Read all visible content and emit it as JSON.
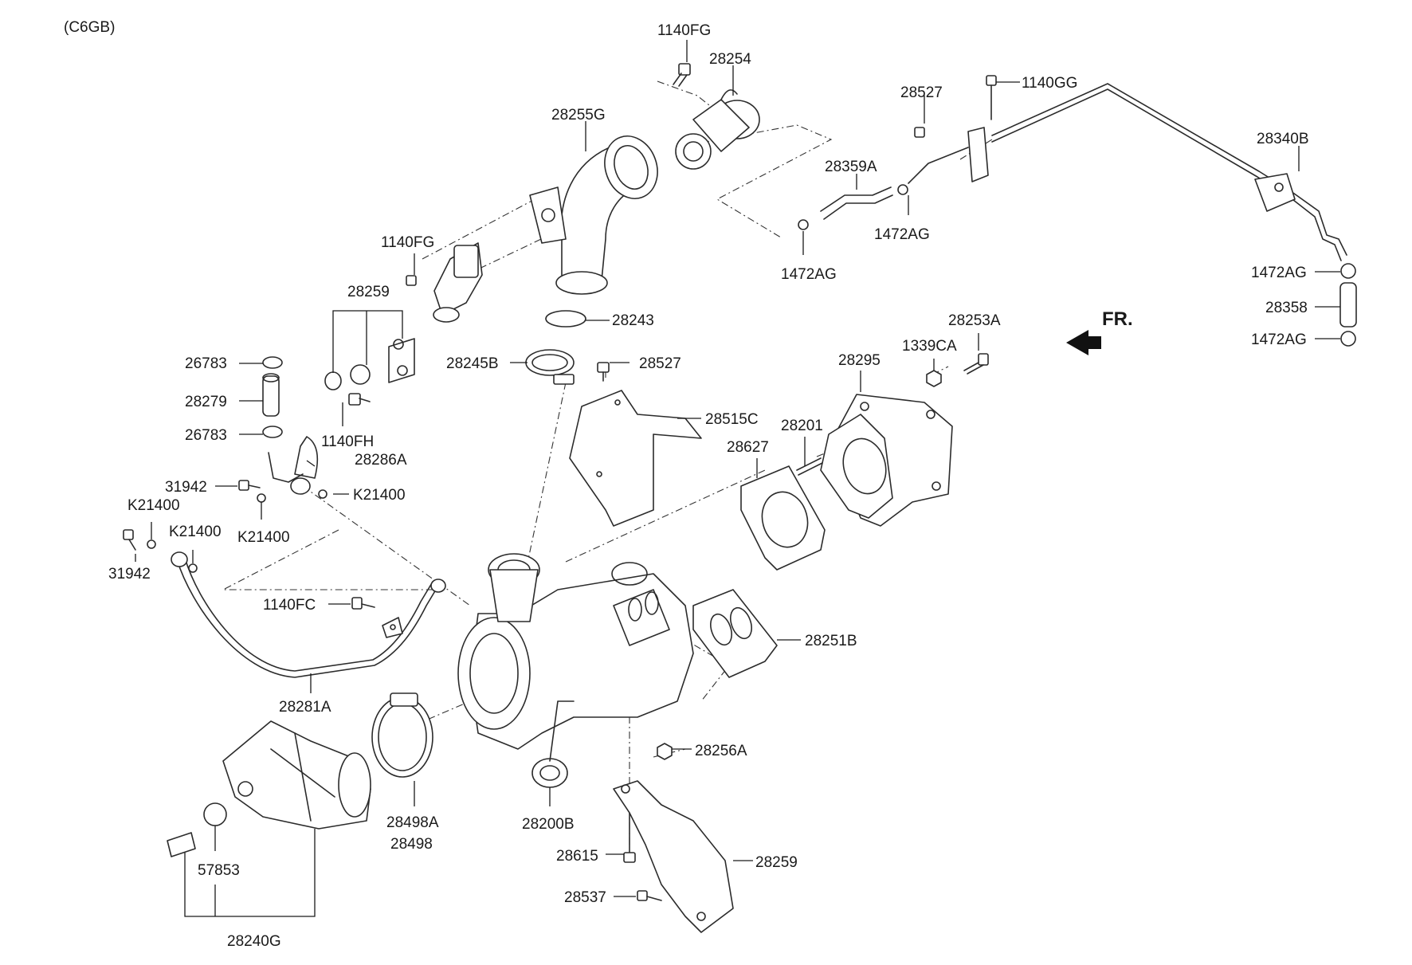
{
  "diagram": {
    "header": "(C6GB)",
    "direction_label": "FR.",
    "labels": {
      "l_1140FG_top": "1140FG",
      "l_28254": "28254",
      "l_1140GG": "1140GG",
      "l_28527_top": "28527",
      "l_28255G": "28255G",
      "l_28340B": "28340B",
      "l_28359A": "28359A",
      "l_1472AG_mid": "1472AG",
      "l_1472AG_left": "1472AG",
      "l_1472AG_r1": "1472AG",
      "l_28358": "28358",
      "l_1472AG_r2": "1472AG",
      "l_1140FG_mid": "1140FG",
      "l_28259_top": "28259",
      "l_28243": "28243",
      "l_28253A": "28253A",
      "l_28245B": "28245B",
      "l_28527_mid": "28527",
      "l_1339CA": "1339CA",
      "l_28295": "28295",
      "l_26783_a": "26783",
      "l_28279": "28279",
      "l_28515C": "28515C",
      "l_26783_b": "26783",
      "l_28201": "28201",
      "l_1140FH": "1140FH",
      "l_28286A": "28286A",
      "l_28627": "28627",
      "l_31942_a": "31942",
      "l_K21400_a": "K21400",
      "l_K21400_b": "K21400",
      "l_K21400_c": "K21400",
      "l_K21400_d": "K21400",
      "l_31942_b": "31942",
      "l_1140FC": "1140FC",
      "l_28251B": "28251B",
      "l_28281A": "28281A",
      "l_28256A": "28256A",
      "l_28498A": "28498A",
      "l_28498": "28498",
      "l_28200B": "28200B",
      "l_28615": "28615",
      "l_28259_bottom": "28259",
      "l_57853": "57853",
      "l_28537": "28537",
      "l_28240G": "28240G"
    }
  }
}
